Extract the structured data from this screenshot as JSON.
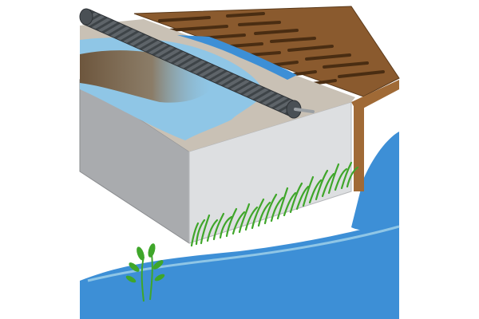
{
  "illustration": {
    "parts": [
      {
        "id": "filter-roll",
        "icon": "roll-icon"
      },
      {
        "id": "drain-grate",
        "icon": "grate-icon"
      },
      {
        "id": "treated-water",
        "icon": "water-icon"
      },
      {
        "id": "grass",
        "icon": "grass-icon"
      },
      {
        "id": "plant",
        "icon": "plant-icon"
      }
    ],
    "colors": {
      "water": "#3d8fd6",
      "water_light": "#8fc6e6",
      "tray_side": "#a9abae",
      "tray_front": "#dddfe1",
      "gravel": "#c9c1b5",
      "grate": "#8a5a2e",
      "roll": "#5e6469",
      "grass": "#3fa62a",
      "sediment": "#6b5034"
    }
  }
}
